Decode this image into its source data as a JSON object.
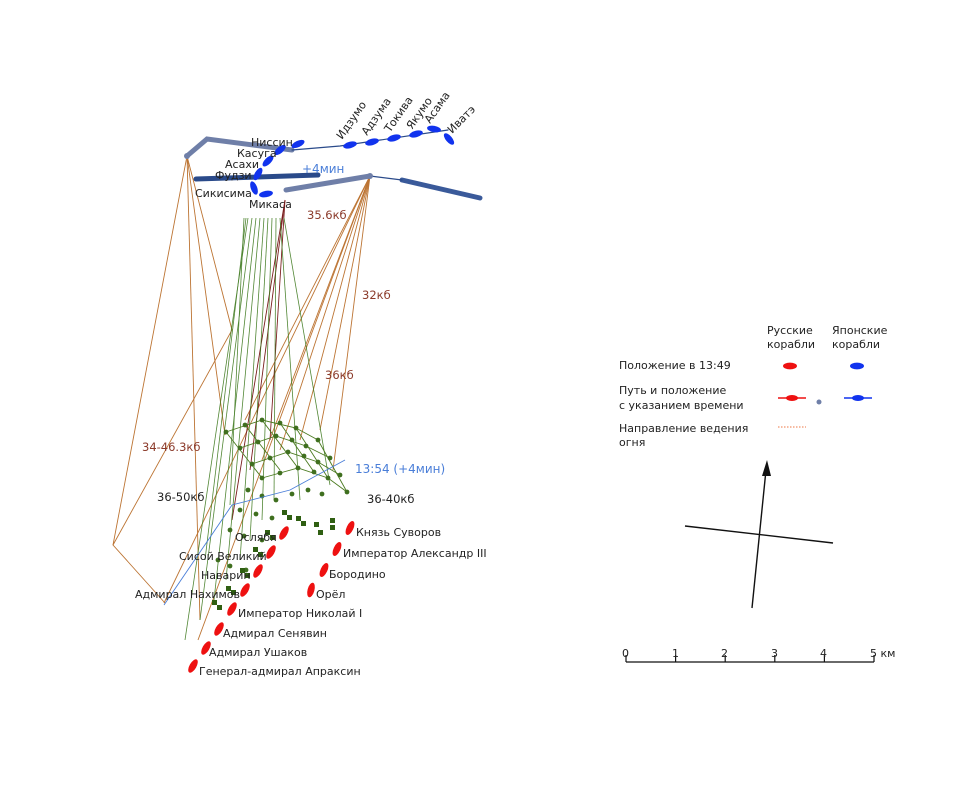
{
  "japanese_ships": [
    "Ниссин",
    "Касуга",
    "Асахи",
    "Фудзи",
    "Сикисима",
    "Микаса",
    "Идзумо",
    "Адзума",
    "Токива",
    "Якумо",
    "Асама",
    "Иватэ"
  ],
  "russian_ships": [
    "Ослябя",
    "Сисой Великий",
    "Наварин",
    "Адмирал Нахимов",
    "Император Николай I",
    "Адмирал Сенявин",
    "Адмирал Ушаков",
    "Генерал-адмирал Апраксин",
    "Князь Суворов",
    "Император Александр III",
    "Бородино",
    "Орёл"
  ],
  "distance_labels": [
    "35.6кб",
    "32кб",
    "36кб",
    "34-46.3кб",
    "36-50кб",
    "36-40кб"
  ],
  "time_labels": [
    "+4мин",
    "13:54 (+4мин)"
  ],
  "legend": {
    "col_russian": [
      "Русские",
      "корабли"
    ],
    "col_japanese": [
      "Японские",
      "корабли"
    ],
    "row_position": "Положение в 13:49",
    "row_path": [
      "Путь и положение",
      "с указанием времени"
    ],
    "row_fire": [
      "Направление ведения",
      "огня"
    ]
  },
  "scale": {
    "ticks": [
      "0",
      "1",
      "2",
      "3",
      "4",
      "5 км"
    ]
  },
  "colors": {
    "russian": "#ee1111",
    "japanese": "#1133ee",
    "japanese_path": "#2a4a8a",
    "russian_path": "#3f6f1f",
    "fire": "#b5651d",
    "distance_text": "#8b3a2a",
    "time_text": "#4a7ed8"
  }
}
